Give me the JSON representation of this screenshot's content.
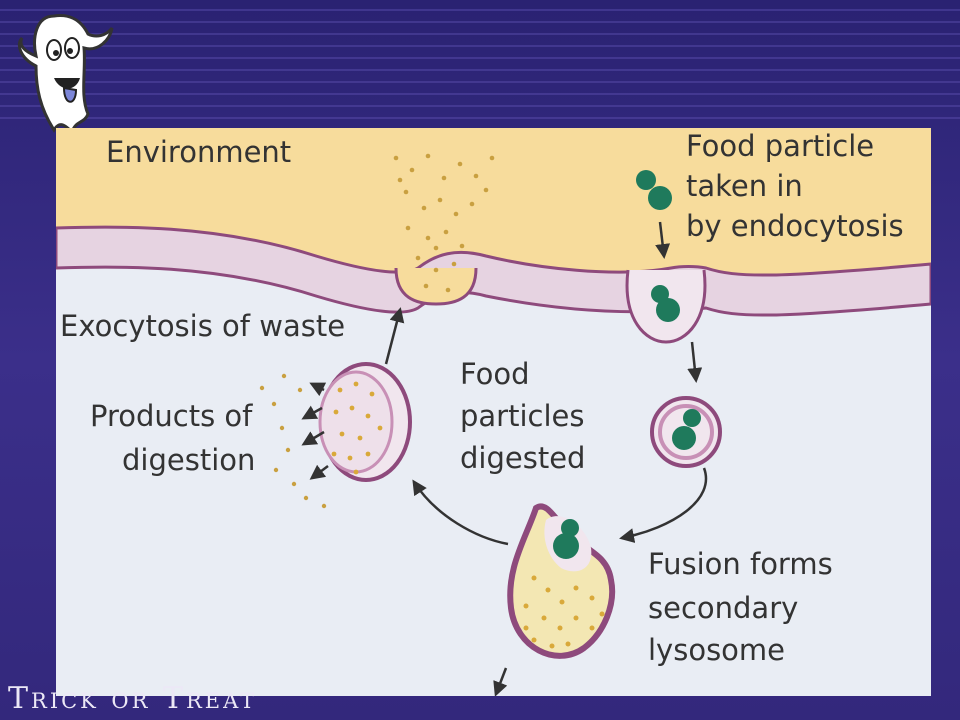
{
  "slide": {
    "footer_text": "Trick or Treat"
  },
  "diagram": {
    "labels": {
      "environment": "Environment",
      "food_particle_line1": "Food particle",
      "food_particle_line2": "taken in",
      "food_particle_line3": "by endocytosis",
      "exocytosis": "Exocytosis of waste",
      "products_line1": "Products of",
      "products_line2": "digestion",
      "food_digested_line1": "Food",
      "food_digested_line2": "particles",
      "food_digested_line3": "digested",
      "fusion_line1": "Fusion forms",
      "fusion_line2": "secondary",
      "fusion_line3": "lysosome"
    },
    "colors": {
      "environment": "#f7dc9c",
      "membrane": "#8e4a7c",
      "membrane_fill": "#e6d3e1",
      "cytoplasm": "#e9edf4",
      "food_particle": "#1f7a5c",
      "enzyme_dots": "#d9a93a",
      "slide_background": "#3a2f86"
    }
  }
}
